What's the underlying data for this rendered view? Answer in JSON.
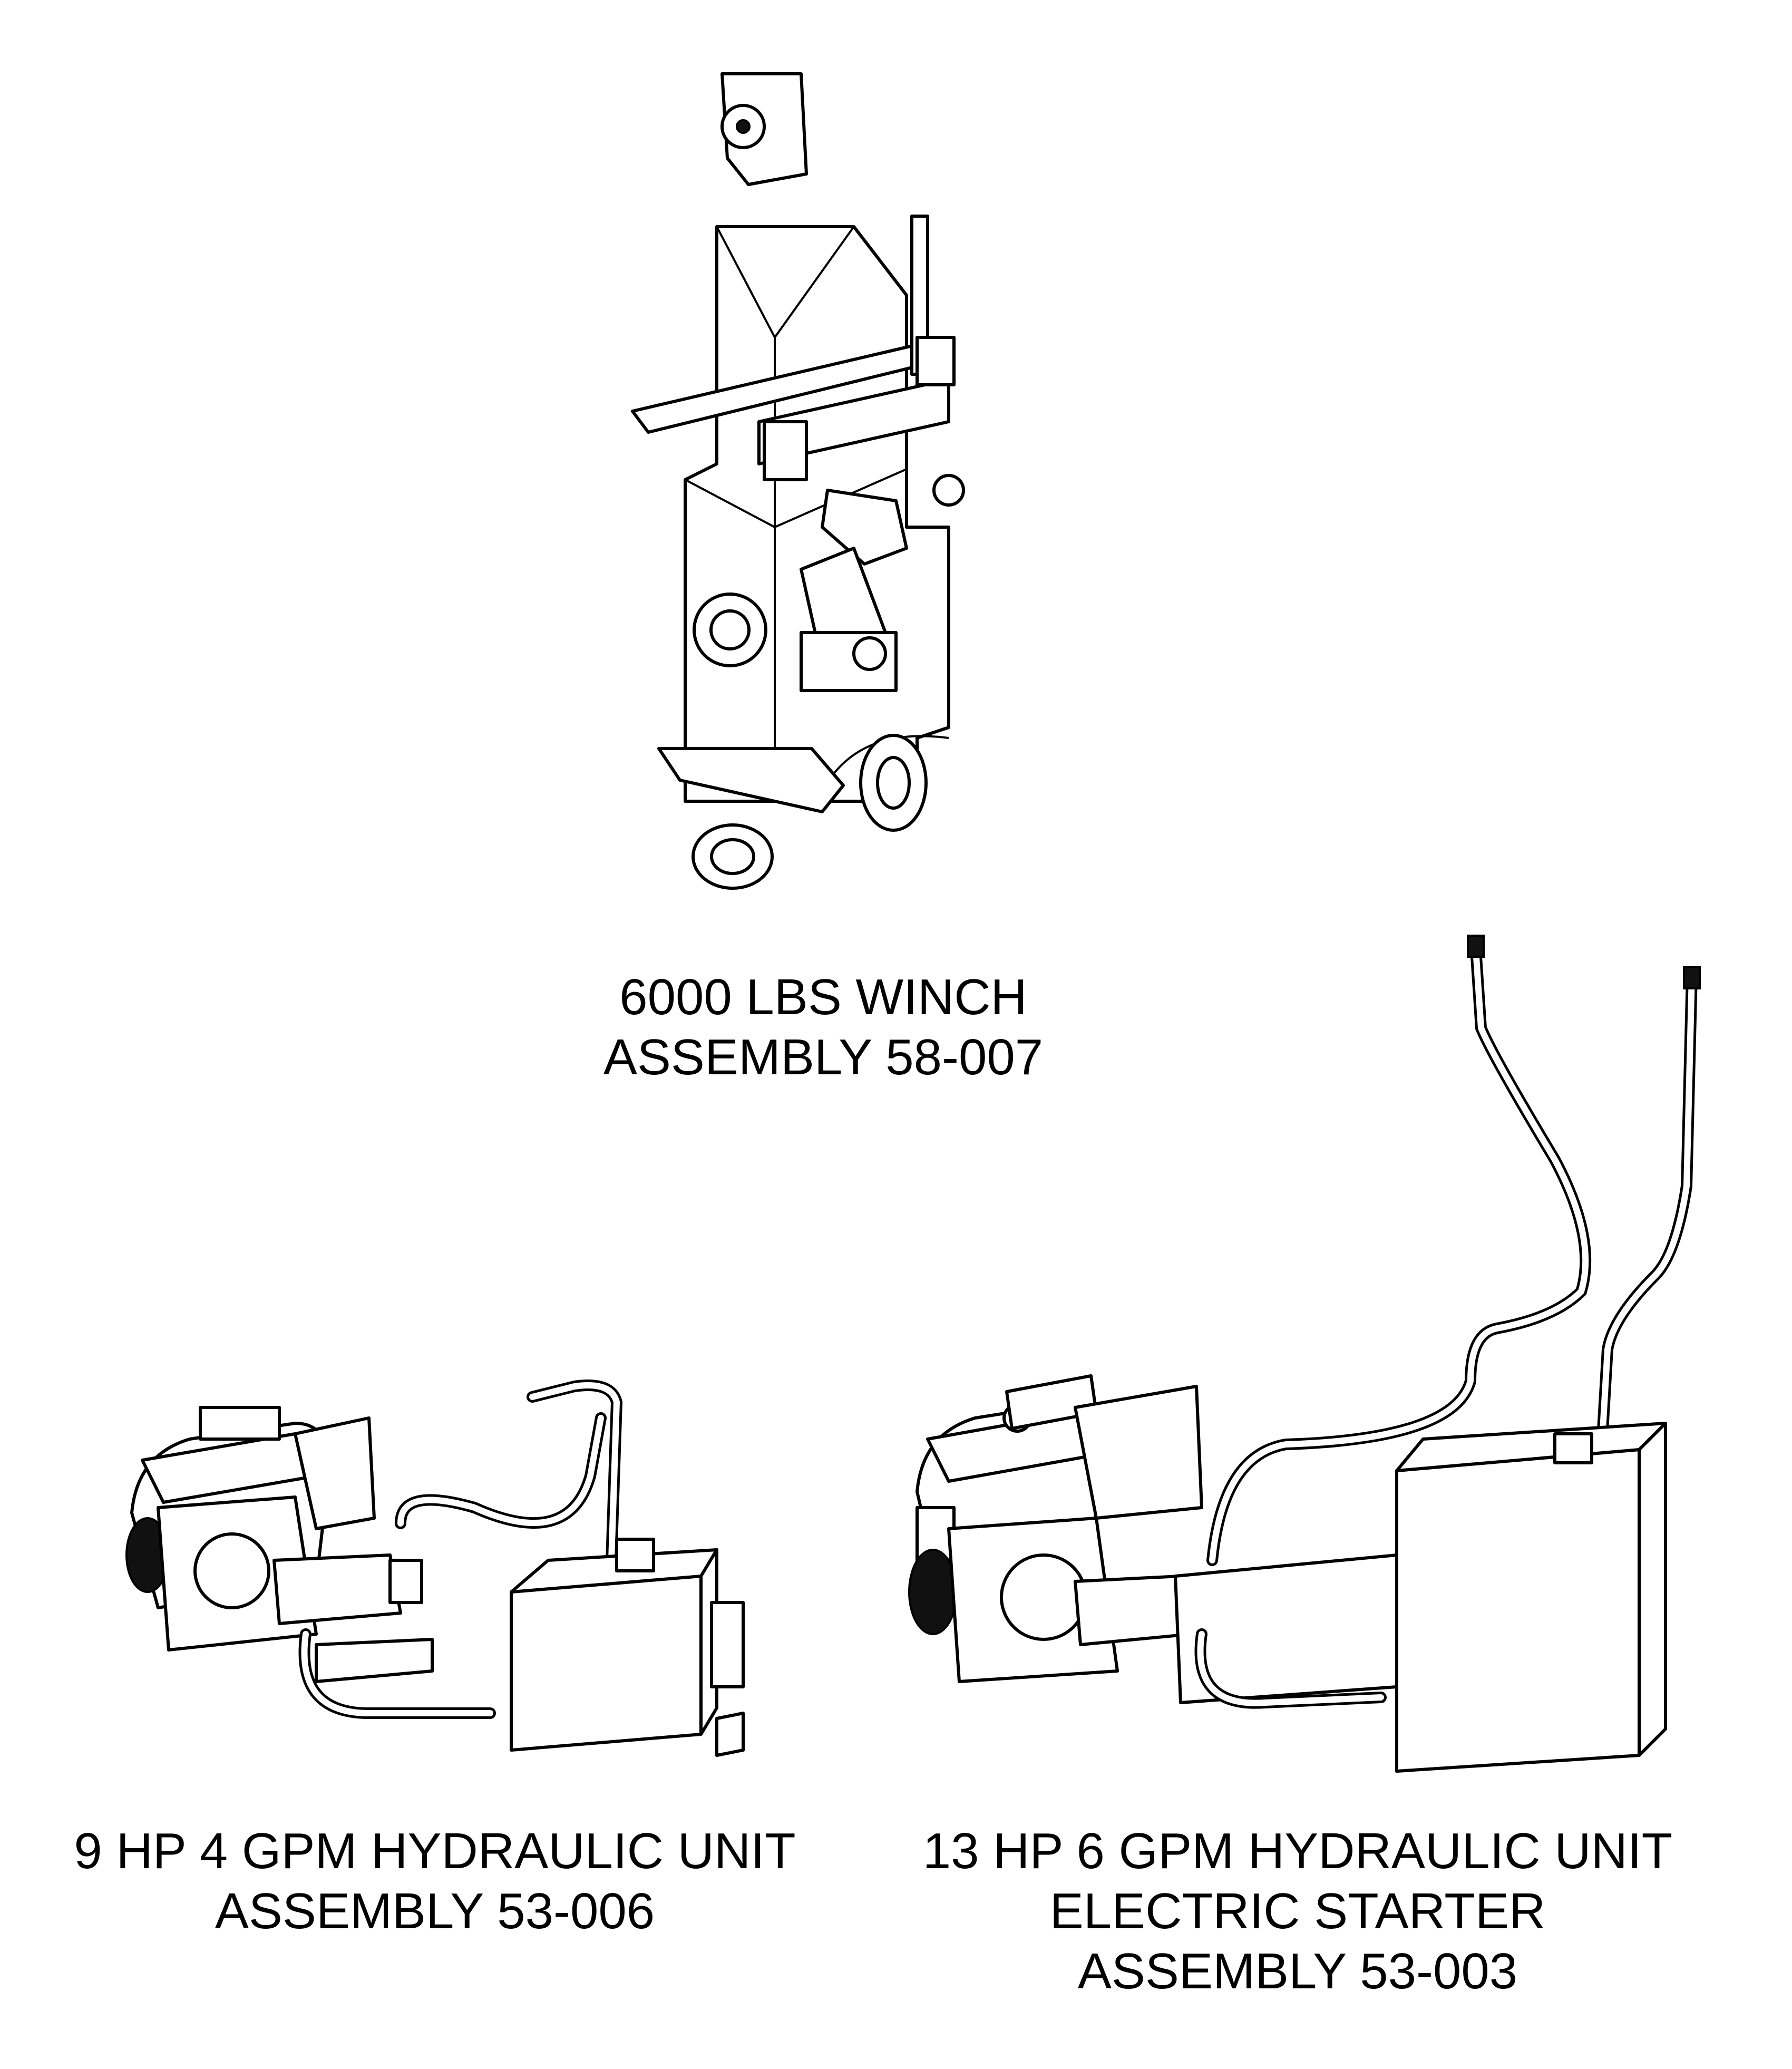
{
  "assemblies": [
    {
      "id": "winch",
      "lines": [
        "6000 LBS WINCH",
        "ASSEMBLY 58-007"
      ]
    },
    {
      "id": "hyd-9hp",
      "lines": [
        "9 HP 4 GPM HYDRAULIC UNIT",
        "ASSEMBLY 53-006"
      ]
    },
    {
      "id": "hyd-13hp",
      "lines": [
        "13 HP 6 GPM HYDRAULIC UNIT",
        "ELECTRIC STARTER",
        "ASSEMBLY 53-003"
      ]
    }
  ]
}
